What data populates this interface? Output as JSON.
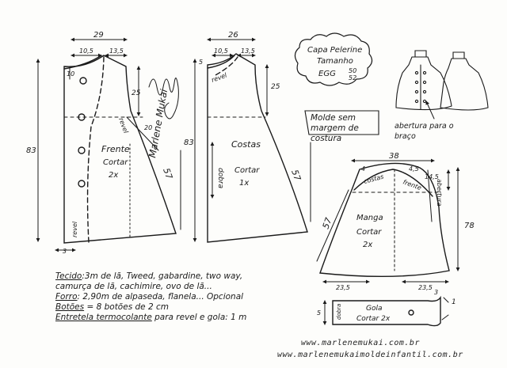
{
  "front": {
    "title": "Frente",
    "cut": "Cortar",
    "qty": "2x",
    "width_top": "29",
    "shoulder_a": "10,5",
    "shoulder_b": "13,5",
    "height": "83",
    "armhole_depth": "25",
    "neck_drop": "10",
    "side_offset": "20",
    "side_length": "57",
    "hem_ext": "3",
    "facing": "revel"
  },
  "back": {
    "title": "Costas",
    "cut": "Cortar",
    "qty": "1x",
    "width_top": "26",
    "shoulder_a": "10,5",
    "shoulder_b": "13,5",
    "height": "83",
    "armhole_depth": "25",
    "neck_drop": "5",
    "side_length": "57",
    "fold": "dobra",
    "facing": "revel"
  },
  "sleeve": {
    "title": "Manga",
    "cut": "Cortar",
    "qty": "2x",
    "width_top": "38",
    "left_top": "4",
    "right_top": "4,5",
    "right_drop": "14,5",
    "right_height": "78",
    "left_length": "57",
    "hem_left": "23,5",
    "hem_right": "23,5",
    "label_back": "costas",
    "label_front": "frente",
    "opening": "abertura"
  },
  "collar": {
    "title": "Gola",
    "cut": "Cortar 2x",
    "fold": "dobra",
    "height": "5",
    "end_top": "3",
    "end_tip": "1"
  },
  "header": {
    "line1": "Capa Pelerine",
    "line2": "Tamanho",
    "line3": "EGG",
    "sizes_top": "50",
    "sizes_bottom": "52"
  },
  "notes": {
    "seam": "Molde sem margem de costura",
    "arm": "abertura para o braço",
    "signature": "Marlene Mukai"
  },
  "materials": {
    "l1_label": "Tecido",
    "l1": ":3m   de lã, Tweed, gabardine, two way,",
    "l2": "camurça de lã, cachimire, ovo de lã...",
    "l3_label": "Forro",
    "l3": ": 2,90m  de alpaseda, flanela... Opcional",
    "l4_label": "Botões",
    "l4": " = 8 botões  de 2 cm",
    "l5_label": "Entretela termocolante",
    "l5": " para revel e gola: 1 m"
  },
  "urls": {
    "u1": "www.marlenemukai.com.br",
    "u2": "www.marlenemukaimoldeinfantil.com.br"
  }
}
